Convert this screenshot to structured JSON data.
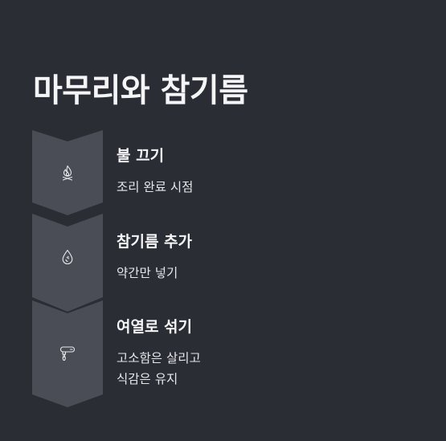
{
  "title": "마무리와 참기름",
  "colors": {
    "background": "#2a2d34",
    "chevron": "#4a4d55",
    "text": "#f4f5f7",
    "icon_stroke": "#e8e9ec"
  },
  "steps": [
    {
      "icon": "flame-icon",
      "title": "불 끄기",
      "description": "조리 완료 시점"
    },
    {
      "icon": "oil-drop-icon",
      "title": "참기름 추가",
      "description": "약간만 넣기"
    },
    {
      "icon": "hand-mixer-icon",
      "title": "여열로 섞기",
      "description": "고소함은 살리고\n식감은 유지"
    }
  ]
}
